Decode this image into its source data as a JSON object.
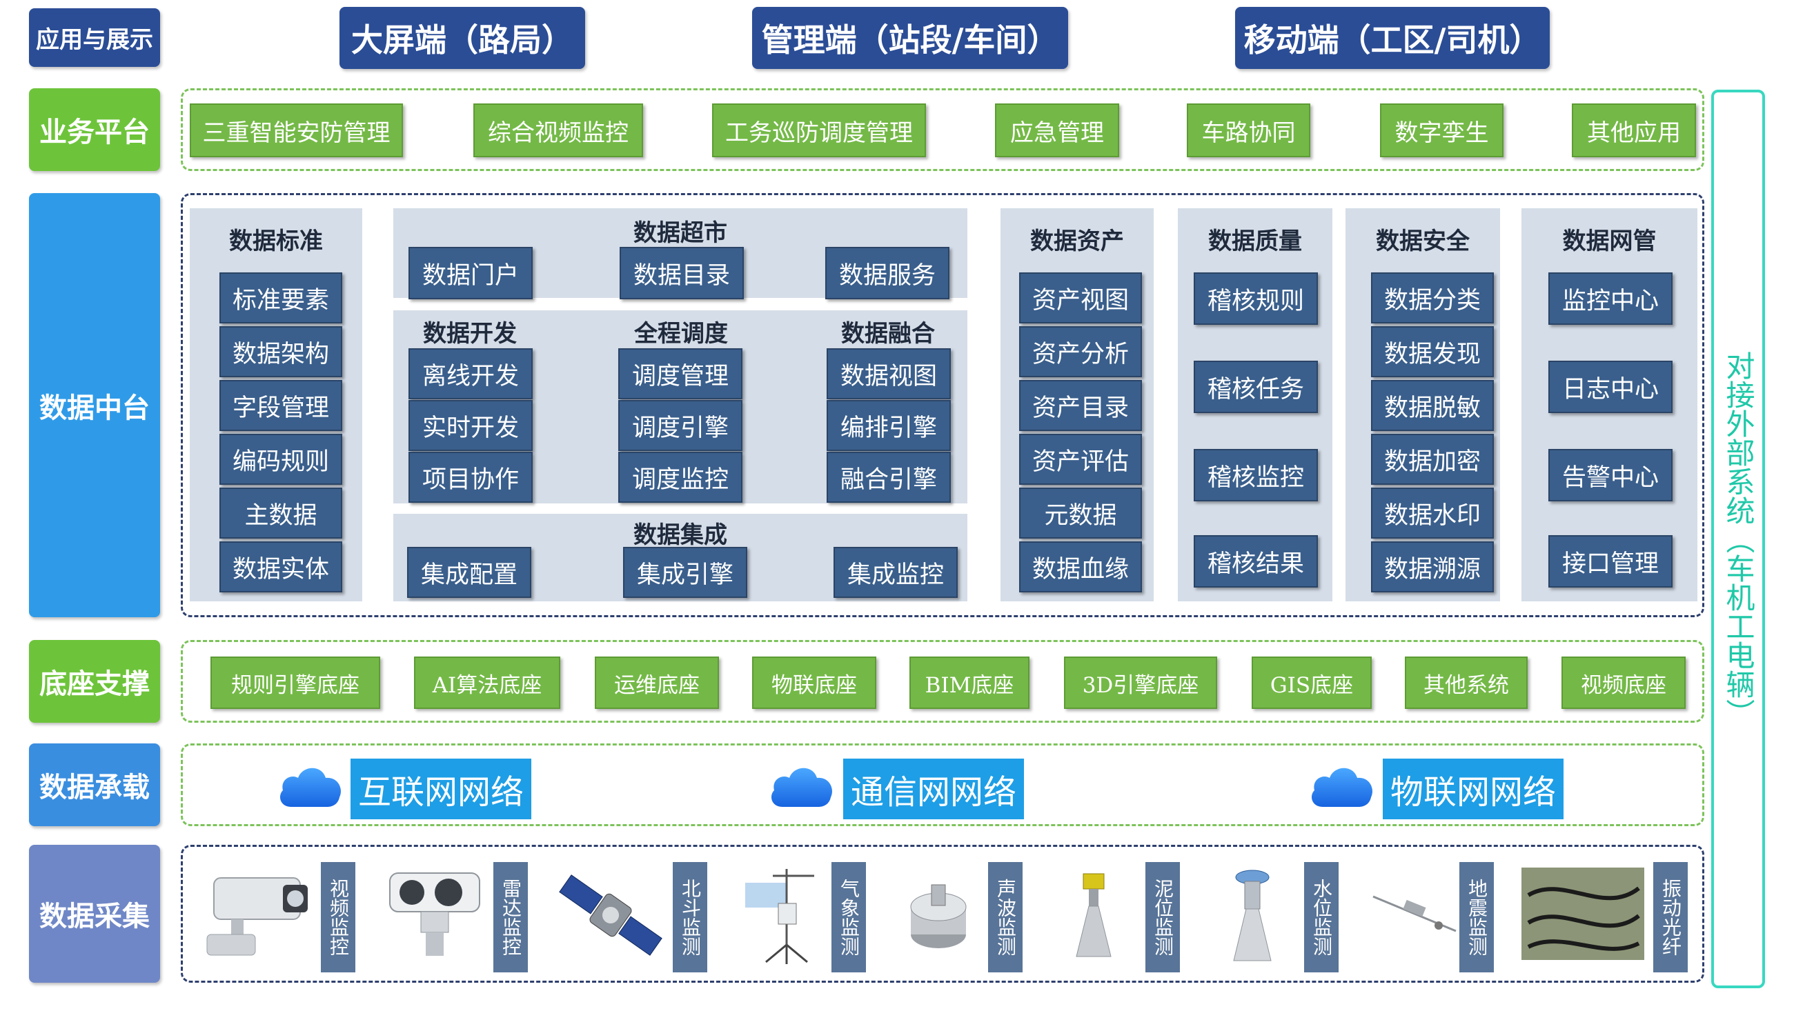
{
  "layers": {
    "app": "应用与展示",
    "business": "业务平台",
    "data_center": "数据中台",
    "base": "底座支撑",
    "carrier": "数据承载",
    "collect": "数据采集"
  },
  "top_titles": [
    "大屏端（路局）",
    "管理端（站段/车间）",
    "移动端（工区/司机）"
  ],
  "business_items": [
    "三重智能安防管理",
    "综合视频监控",
    "工务巡防调度管理",
    "应急管理",
    "车路协同",
    "数字孪生",
    "其他应用"
  ],
  "data_standard": {
    "title": "数据标准",
    "items": [
      "标准要素",
      "数据架构",
      "字段管理",
      "编码规则",
      "主数据",
      "数据实体"
    ]
  },
  "data_market": {
    "title": "数据超市",
    "items": [
      "数据门户",
      "数据目录",
      "数据服务"
    ]
  },
  "data_dev": {
    "title": "数据开发",
    "items": [
      "离线开发",
      "实时开发",
      "项目协作"
    ]
  },
  "scheduling": {
    "title": "全程调度",
    "items": [
      "调度管理",
      "调度引擎",
      "调度监控"
    ]
  },
  "fusion": {
    "title": "数据融合",
    "items": [
      "数据视图",
      "编排引擎",
      "融合引擎"
    ]
  },
  "integration": {
    "title": "数据集成",
    "items": [
      "集成配置",
      "集成引擎",
      "集成监控"
    ]
  },
  "assets": {
    "title": "数据资产",
    "items": [
      "资产视图",
      "资产分析",
      "资产目录",
      "资产评估",
      "元数据",
      "数据血缘"
    ]
  },
  "quality": {
    "title": "数据质量",
    "items": [
      "稽核规则",
      "稽核任务",
      "稽核监控",
      "稽核结果"
    ]
  },
  "security": {
    "title": "数据安全",
    "items": [
      "数据分类",
      "数据发现",
      "数据脱敏",
      "数据加密",
      "数据水印",
      "数据溯源"
    ]
  },
  "netmgmt": {
    "title": "数据网管",
    "items": [
      "监控中心",
      "日志中心",
      "告警中心",
      "接口管理"
    ]
  },
  "base_items": [
    "规则引擎底座",
    "AI算法底座",
    "运维底座",
    "物联底座",
    "BIM底座",
    "3D引擎底座",
    "GIS底座",
    "其他系统",
    "视频底座"
  ],
  "networks": [
    "互联网网络",
    "通信网网络",
    "物联网网络"
  ],
  "sensors": [
    "视频监控",
    "雷达监控",
    "北斗监测",
    "气象监测",
    "声波监测",
    "泥位监测",
    "水位监测",
    "地震监测",
    "振动光纤"
  ],
  "right_bar": "对接外部系统（车机工电辆）",
  "colors": {
    "navy": "#2b4d96",
    "green": "#74b947",
    "blue": "#1e9ee6",
    "steel": "#3a5f8c",
    "teal": "#38d8c0"
  }
}
